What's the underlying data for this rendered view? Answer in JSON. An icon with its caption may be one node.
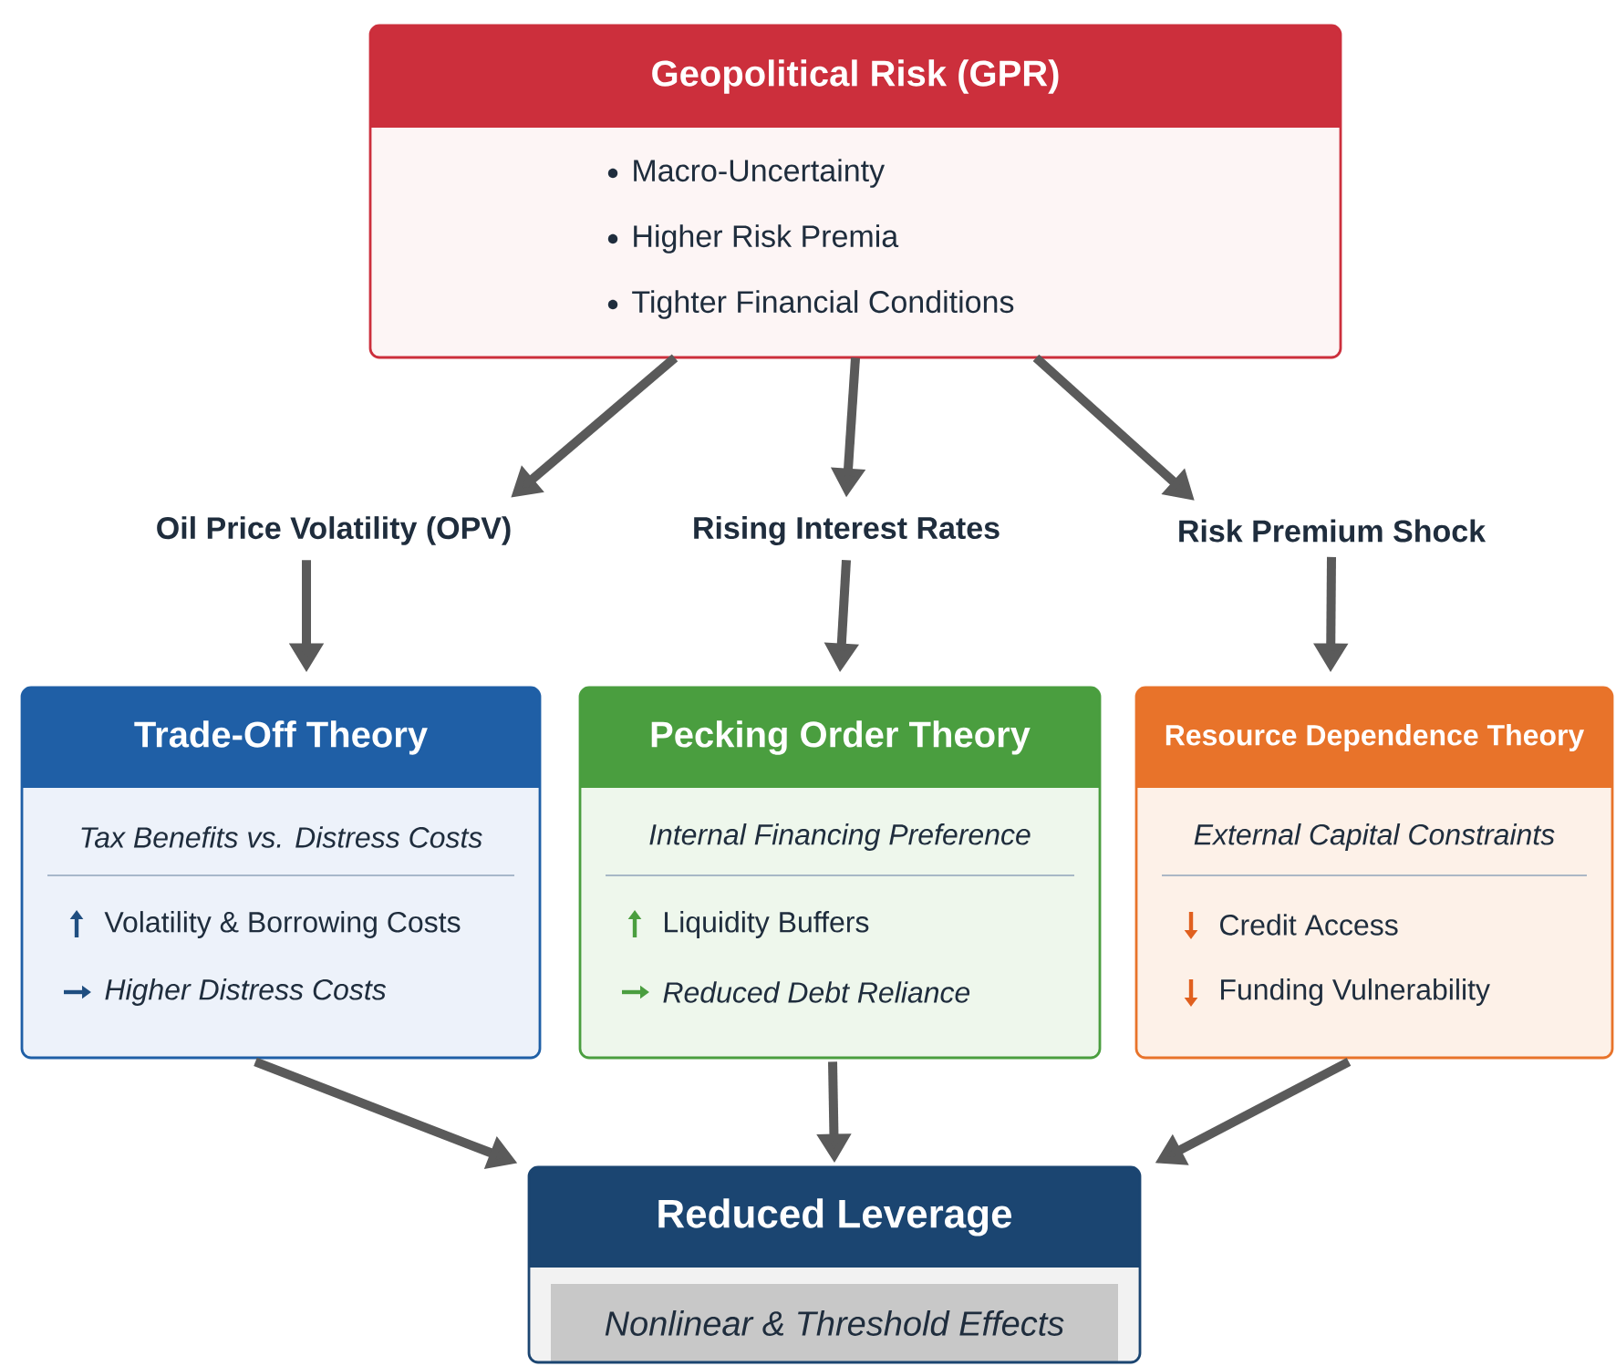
{
  "diagram": {
    "nodes": [
      {
        "text": [
          "Geopolitical Risk (GPR)",
          "Macro-Uncertainty",
          "Higher Risk Premia",
          "Tighter Financial Conditions"
        ]
      },
      {
        "text": [
          "Oil Price Volatility (OPV)"
        ]
      },
      {
        "text": [
          "Rising Interest Rates"
        ]
      },
      {
        "text": [
          "Risk Premium Shock"
        ]
      },
      {
        "text": [
          "Trade-Off Theory",
          "Tax Benefits vs. Distress Costs",
          "Volatility & Borrowing Costs",
          "Higher Distress Costs"
        ]
      },
      {
        "text": [
          "Pecking Order Theory",
          "Internal Financing Preference",
          "Liquidity Buffers",
          "Reduced Debt Reliance"
        ]
      },
      {
        "text": [
          "Resource Dependence Theory",
          "External Capital Constraints",
          "Credit Access",
          "Funding Vulnerability"
        ]
      },
      {
        "text": [
          "Reduced Leverage",
          "Nonlinear & Threshold Effects"
        ]
      }
    ],
    "edges": [
      {
        "from": 0,
        "to": 1,
        "arrow": "to"
      },
      {
        "from": 0,
        "to": 2,
        "arrow": "to"
      },
      {
        "from": 0,
        "to": 3,
        "arrow": "to"
      },
      {
        "from": 1,
        "to": 4,
        "arrow": "to"
      },
      {
        "from": 2,
        "to": 5,
        "arrow": "to"
      },
      {
        "from": 3,
        "to": 6,
        "arrow": "to"
      },
      {
        "from": 4,
        "to": 7,
        "arrow": "to"
      },
      {
        "from": 5,
        "to": 7,
        "arrow": "to"
      },
      {
        "from": 6,
        "to": 7,
        "arrow": "to"
      }
    ]
  }
}
